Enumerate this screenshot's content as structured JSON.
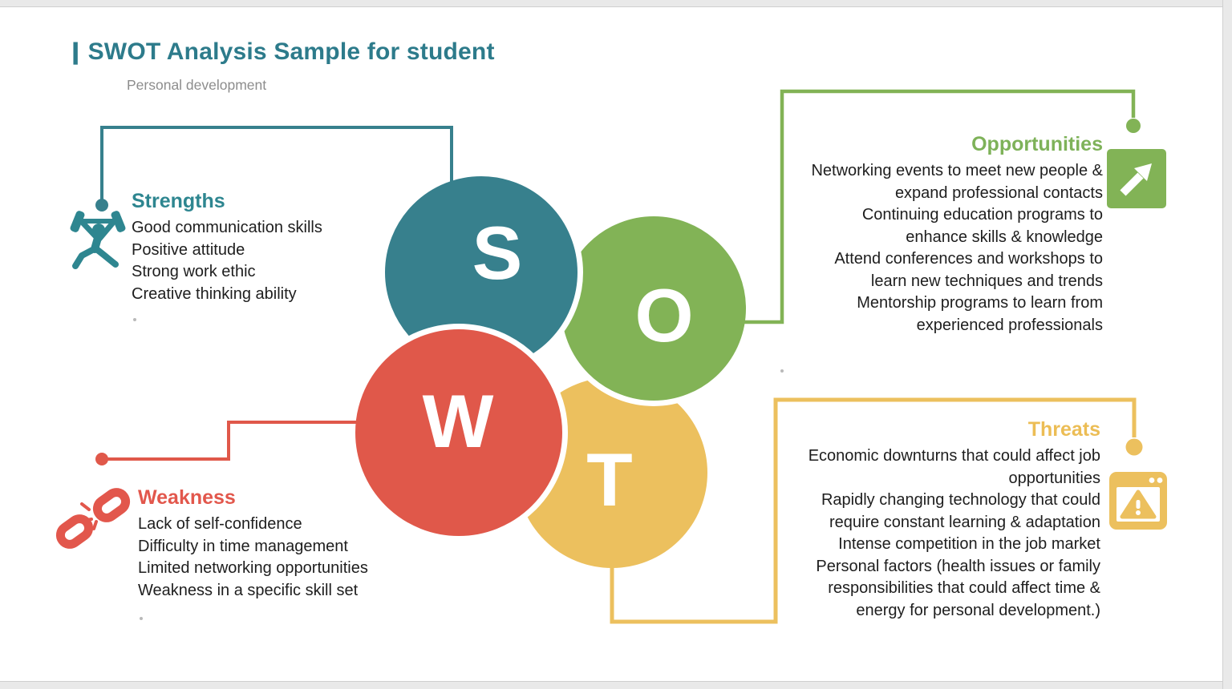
{
  "slide": {
    "title_bar": "|",
    "title": "SWOT Analysis Sample for student",
    "subtitle": "Personal development"
  },
  "swot": {
    "s": "S",
    "w": "W",
    "o": "O",
    "t": "T"
  },
  "colors": {
    "teal": "#37808d",
    "green": "#82b356",
    "red": "#e0584a",
    "yellow": "#ecc05e",
    "title_teal": "#2d7b8b",
    "body_text": "#1e1e1e",
    "subtitle_gray": "#8d8d8d"
  },
  "sections": {
    "strengths": {
      "heading": "Strengths",
      "icon": "weightlifter-icon",
      "items": [
        "Good communication skills",
        "Positive attitude",
        "Strong work ethic",
        "Creative thinking ability"
      ]
    },
    "weakness": {
      "heading": "Weakness",
      "icon": "broken-chain-icon",
      "items": [
        "Lack of self-confidence",
        "Difficulty in time management",
        "Limited networking opportunities",
        "Weakness in a specific skill set"
      ]
    },
    "opportunities": {
      "heading": "Opportunities",
      "icon": "arrow-up-right-icon",
      "items": [
        "Networking events to meet new people &\nexpand professional contacts",
        "Continuing education programs to\nenhance skills & knowledge",
        "Attend conferences and workshops to\nlearn new techniques and trends",
        "Mentorship programs to learn from\nexperienced professionals"
      ]
    },
    "threats": {
      "heading": "Threats",
      "icon": "warning-window-icon",
      "items": [
        "Economic downturns that could affect job\nopportunities",
        "Rapidly changing technology that could\nrequire constant learning & adaptation",
        "Intense competition in the job market",
        "Personal factors (health issues or family\nresponsibilities that could affect time &\nenergy for personal development.)"
      ]
    }
  }
}
